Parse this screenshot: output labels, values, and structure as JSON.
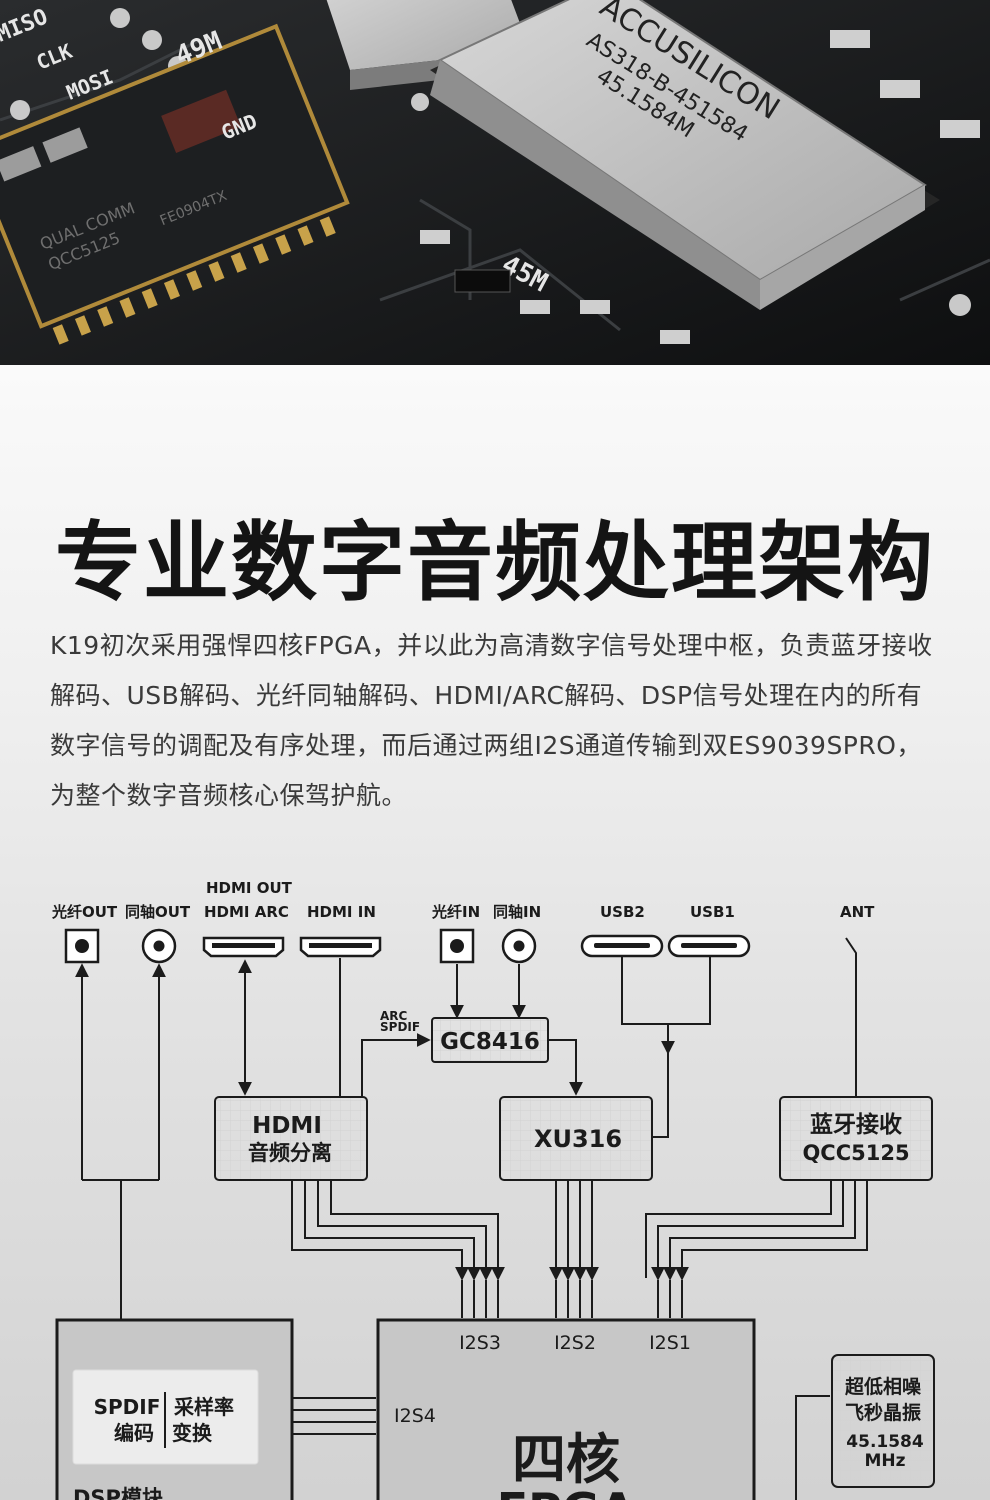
{
  "hero": {
    "chip_brand": "ACCUSILICON",
    "chip_part": "AS318-B-451584",
    "chip_freq": "45.1584M",
    "pcb_labels": [
      "MISO",
      "CLK",
      "MOSI",
      "49M",
      "GND",
      "45M"
    ],
    "module_text": [
      "QUAL COMM",
      "QCC5125",
      "FE0904TX"
    ]
  },
  "headline": "专业数字音频处理架构",
  "intro": "K19初次采用强悍四核FPGA，并以此为高清数字信号处理中枢，负责蓝牙接收解码、USB解码、光纤同轴解码、HDMI/ARC解码、DSP信号处理在内的所有数字信号的调配及有序处理，而后通过两组I2S通道传输到双ES9039SPRO，为整个数字音频核心保驾护航。",
  "diagram": {
    "ports": {
      "optical_out": "光纤OUT",
      "coax_out": "同轴OUT",
      "hdmi_out_line1": "HDMI OUT",
      "hdmi_out_line2": "HDMI ARC",
      "hdmi_in": "HDMI IN",
      "optical_in": "光纤IN",
      "coax_in": "同轴IN",
      "usb2": "USB2",
      "usb1": "USB1",
      "ant": "ANT"
    },
    "arc_label_1": "ARC",
    "arc_label_2": "SPDIF",
    "gc8416": "GC8416",
    "hdmi_block_1": "HDMI",
    "hdmi_block_2": "音频分离",
    "xu316": "XU316",
    "bt_block_1": "蓝牙接收",
    "bt_block_2": "QCC5125",
    "i2s3": "I2S3",
    "i2s2": "I2S2",
    "i2s1": "I2S1",
    "i2s4": "I2S4",
    "fpga_1": "四核",
    "fpga_2": "FPGA",
    "spdif_1": "SPDIF",
    "spdif_2": "编码",
    "src_1": "采样率",
    "src_2": "变换",
    "dsp_label": "DSP模块",
    "osc_1": "超低相噪",
    "osc_2": "飞秒晶振",
    "osc_3": "45.1584",
    "osc_4": "MHz"
  }
}
